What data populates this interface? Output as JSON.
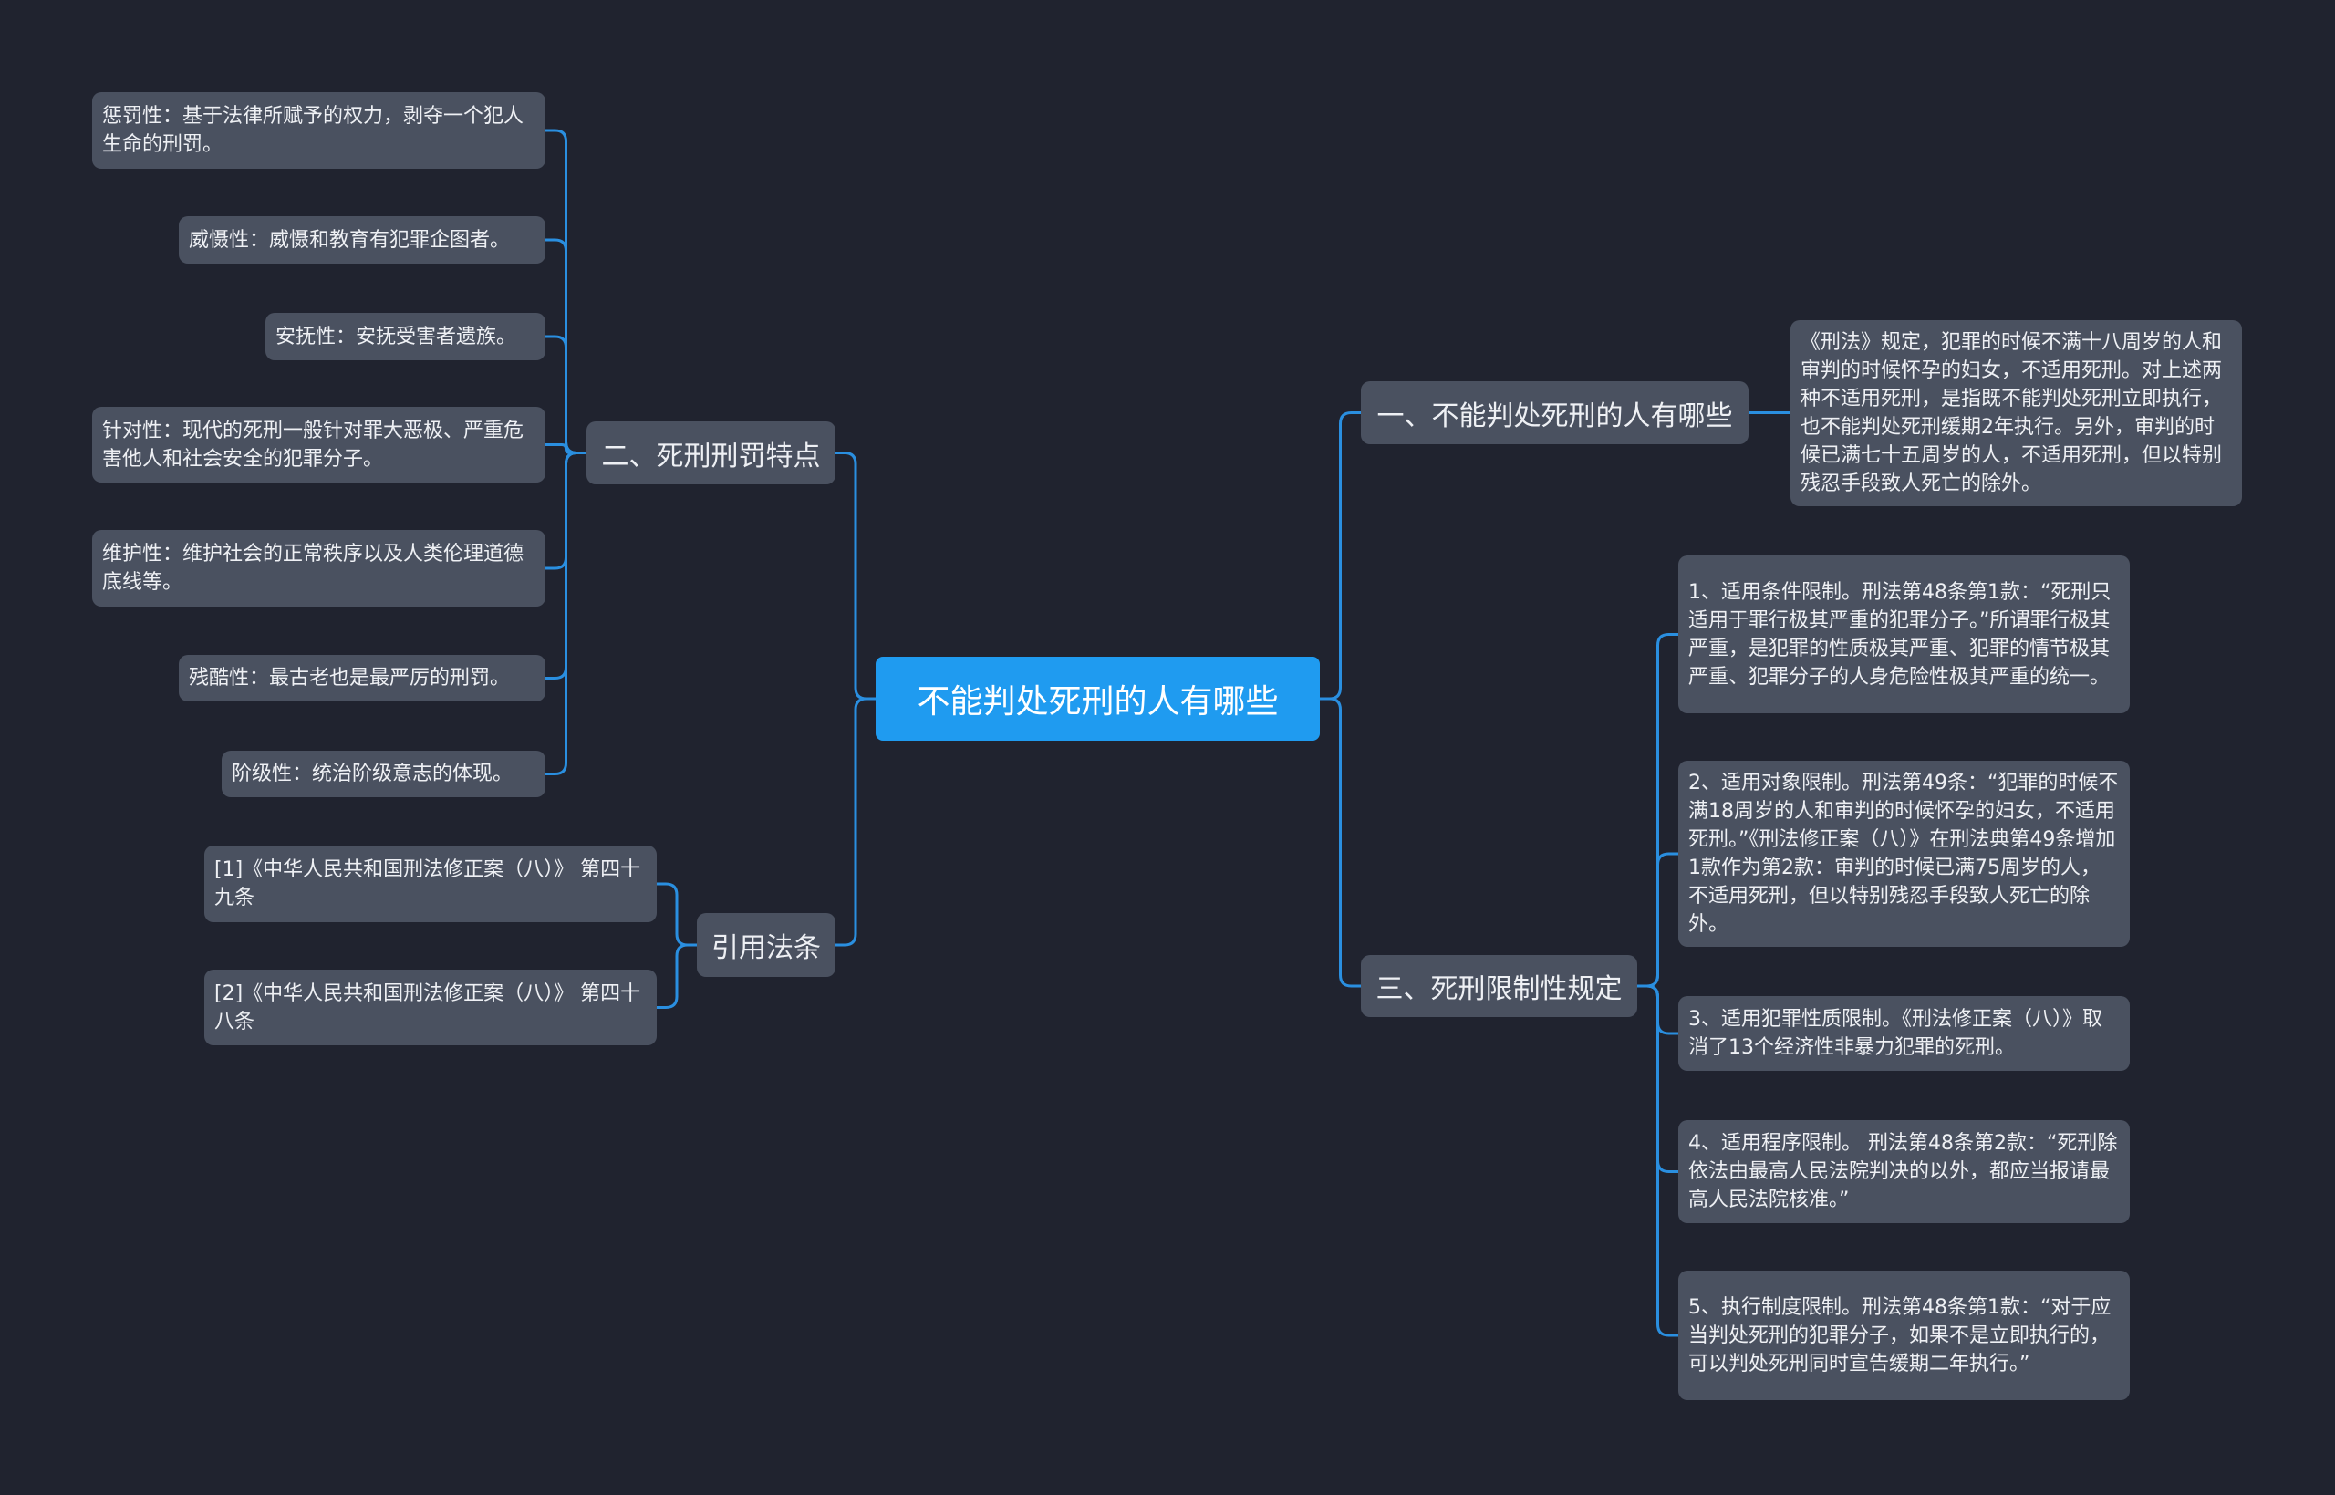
{
  "root": {
    "label": "不能判处死刑的人有哪些"
  },
  "branches": {
    "b1": {
      "label": "一、不能判处死刑的人有哪些",
      "children": [
        "《刑法》规定，犯罪的时候不满十八周岁的人和审判的时候怀孕的妇女，不适用死刑。对上述两种不适用死刑，是指既不能判处死刑立即执行，也不能判处死刑缓期2年执行。另外，审判的时候已满七十五周岁的人，不适用死刑，但以特别残忍手段致人死亡的除外。"
      ]
    },
    "b3": {
      "label": "三、死刑限制性规定",
      "children": [
        "1、适用条件限制。刑法第48条第1款：“死刑只适用于罪行极其严重的犯罪分子。”所谓罪行极其严重，是犯罪的性质极其严重、犯罪的情节极其严重、犯罪分子的人身危险性极其严重的统一。",
        "2、适用对象限制。刑法第49条：“犯罪的时候不满18周岁的人和审判的时候怀孕的妇女，不适用死刑。”《刑法修正案（八）》在刑法典第49条增加1款作为第2款：审判的时候已满75周岁的人，不适用死刑，但以特别残忍手段致人死亡的除外。",
        "3、适用犯罪性质限制。《刑法修正案（八）》取消了13个经济性非暴力犯罪的死刑。",
        "4、适用程序限制。 刑法第48条第2款：“死刑除依法由最高人民法院判决的以外，都应当报请最高人民法院核准。”",
        "5、执行制度限制。刑法第48条第1款：“对于应当判处死刑的犯罪分子，如果不是立即执行的，可以判处死刑同时宣告缓期二年执行。”"
      ]
    },
    "b2": {
      "label": "二、死刑刑罚特点",
      "children": [
        "惩罚性：基于法律所赋予的权力，剥夺一个犯人生命的刑罚。",
        "威慑性：威慑和教育有犯罪企图者。",
        "安抚性：安抚受害者遗族。",
        "针对性：现代的死刑一般针对罪大恶极、严重危害他人和社会安全的犯罪分子。",
        "维护性：维护社会的正常秩序以及人类伦理道德底线等。",
        "残酷性：最古老也是最严厉的刑罚。",
        "阶级性：统治阶级意志的体现。"
      ]
    },
    "b4": {
      "label": "引用法条",
      "children": [
        "[1]《中华人民共和国刑法修正案（八）》 第四十九条",
        "[2]《中华人民共和国刑法修正案（八）》 第四十八条"
      ]
    }
  },
  "colors": {
    "background": "#20232f",
    "node": "#4a5160",
    "root": "#1f9bf0",
    "link": "#2a8fe0"
  }
}
